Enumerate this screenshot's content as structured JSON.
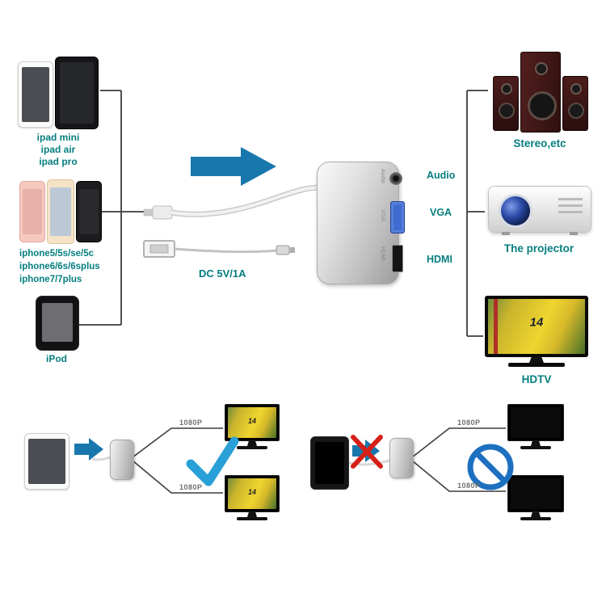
{
  "sources": {
    "ipad_labels": [
      "ipad mini",
      "ipad air",
      "ipad pro"
    ],
    "iphone_labels": [
      "iphone5/5s/se/5c",
      "iphone6/6s/6splus",
      "iphone7/7plus"
    ],
    "ipod_label": "iPod"
  },
  "adapter": {
    "power_label": "DC 5V/1A",
    "ports": [
      {
        "label": "Audio",
        "body_label": "Audio"
      },
      {
        "label": "VGA",
        "body_label": "VGA"
      },
      {
        "label": "HDMI",
        "body_label": "HDMI"
      }
    ]
  },
  "outputs": [
    {
      "label": "Stereo,etc"
    },
    {
      "label": "The projector"
    },
    {
      "label": "HDTV"
    }
  ],
  "hdtv_screen_number": "14",
  "scenarios": {
    "supported": {
      "top_resolution": "1080P",
      "bottom_resolution": "1080P",
      "screen_number": "14"
    },
    "unsupported": {
      "top_resolution": "1080P",
      "bottom_resolution": "1080P"
    }
  },
  "colors": {
    "label_teal": "#067e7f",
    "arrow_blue": "#1878ad",
    "check_blue": "#2aa0d8",
    "prohibit_blue": "#1d6fc0",
    "cross_red": "#d61f17",
    "resolution_gray": "#6f6f6f",
    "line_dark": "#3c3c3c"
  }
}
